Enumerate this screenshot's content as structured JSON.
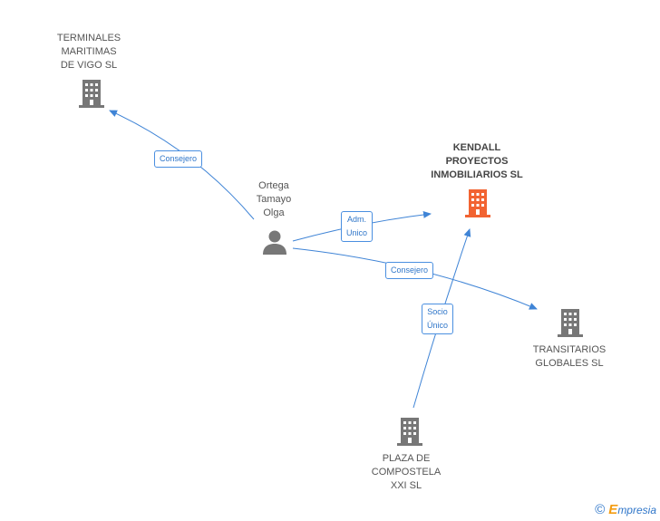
{
  "colors": {
    "edge": "#3f84d6",
    "building_gray": "#777777",
    "building_main": "#f26331",
    "person": "#777777"
  },
  "nodes": {
    "terminales": {
      "label": "TERMINALES\nMARITIMAS\nDE VIGO SL",
      "icon": "building-icon"
    },
    "kendall": {
      "label": "KENDALL\nPROYECTOS\nINMOBILIARIOS SL",
      "icon": "building-icon"
    },
    "ortega": {
      "label": "Ortega\nTamayo\nOlga",
      "icon": "person-icon"
    },
    "transitarios": {
      "label": "TRANSITARIOS\nGLOBALES SL",
      "icon": "building-icon"
    },
    "plaza": {
      "label": "PLAZA DE\nCOMPOSTELA\nXXI SL",
      "icon": "building-icon"
    }
  },
  "edges": {
    "consejero_terminales": "Consejero",
    "adm_unico": "Adm.\nUnico",
    "consejero_transitarios": "Consejero",
    "socio_unico": "Socio\nÚnico"
  },
  "footer": {
    "copyright": "©",
    "brand_first": "E",
    "brand_rest": "mpresia"
  }
}
